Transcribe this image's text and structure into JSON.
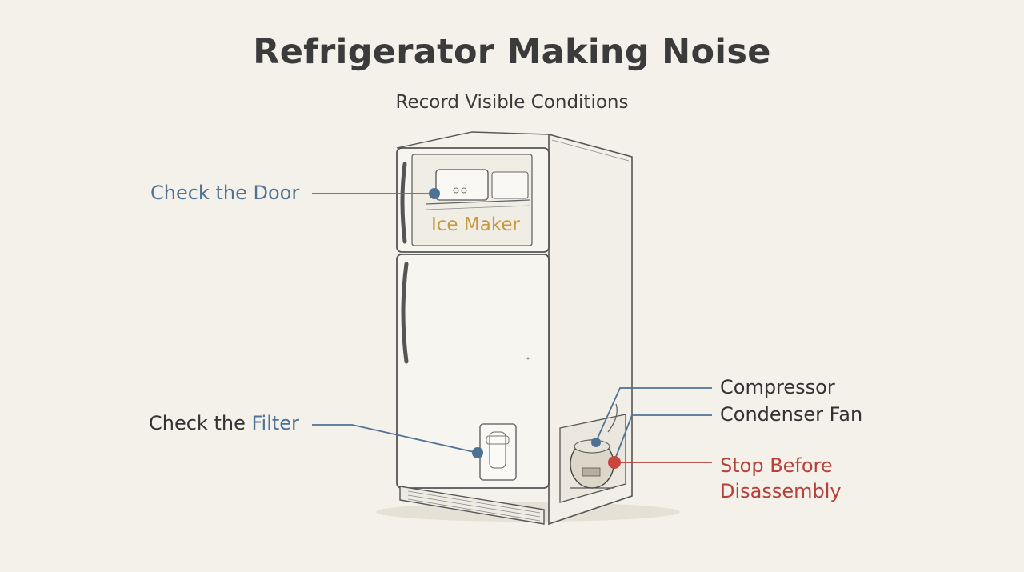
{
  "title": "Refrigerator Making Noise",
  "subtitle": "Record Visible Conditions",
  "labels": {
    "check_door": "Check the Door",
    "check_filter_prefix": "Check the ",
    "check_filter_accent": "Filter",
    "ice_maker": "Ice Maker",
    "compressor": "Compressor",
    "condenser_fan": "Condenser Fan",
    "stop_line1": "Stop Before",
    "stop_line2": "Disassembly"
  },
  "colors": {
    "background": "#f4f1ea",
    "callout_blue": "#4e7293",
    "warning_red": "#b5403a",
    "ice_maker_gold": "#c7983e",
    "text_dark": "#333333"
  }
}
